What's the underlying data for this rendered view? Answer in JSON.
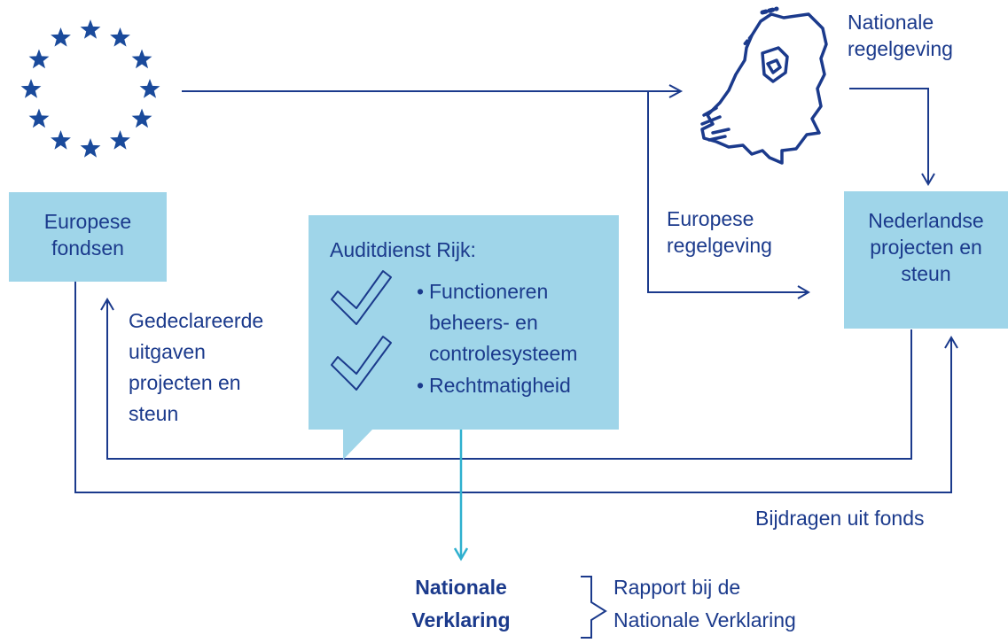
{
  "nodes": {
    "europese_fondsen": "Europese fondsen",
    "nederlandse_projecten": "Nederlandse projecten en steun",
    "nationale_regelgeving": "Nationale regelgeving",
    "europese_regelgeving": "Europese regelgeving",
    "gedeclareerde": "Gedeclareerde uitgaven projecten en steun",
    "bijdragen": "Bijdragen uit fonds",
    "nationale_verklaring_line1": "Nationale",
    "nationale_verklaring_line2": "Verklaring",
    "rapport_line1": "Rapport bij de",
    "rapport_line2": "Nationale Verklaring"
  },
  "audit": {
    "title": "Auditdienst Rijk:",
    "items": [
      "Functioneren beheers- en controlesysteem",
      "Rechtmatigheid"
    ]
  },
  "icons": {
    "eu_flag": "eu-stars-icon",
    "netherlands_map": "netherlands-map-icon",
    "checkmark": "checkmark-icon"
  },
  "colors": {
    "box": "#9fd5e9",
    "line": "#1b3a8c",
    "accent_arrow": "#2fb0cf",
    "star": "#1a4a9b"
  }
}
